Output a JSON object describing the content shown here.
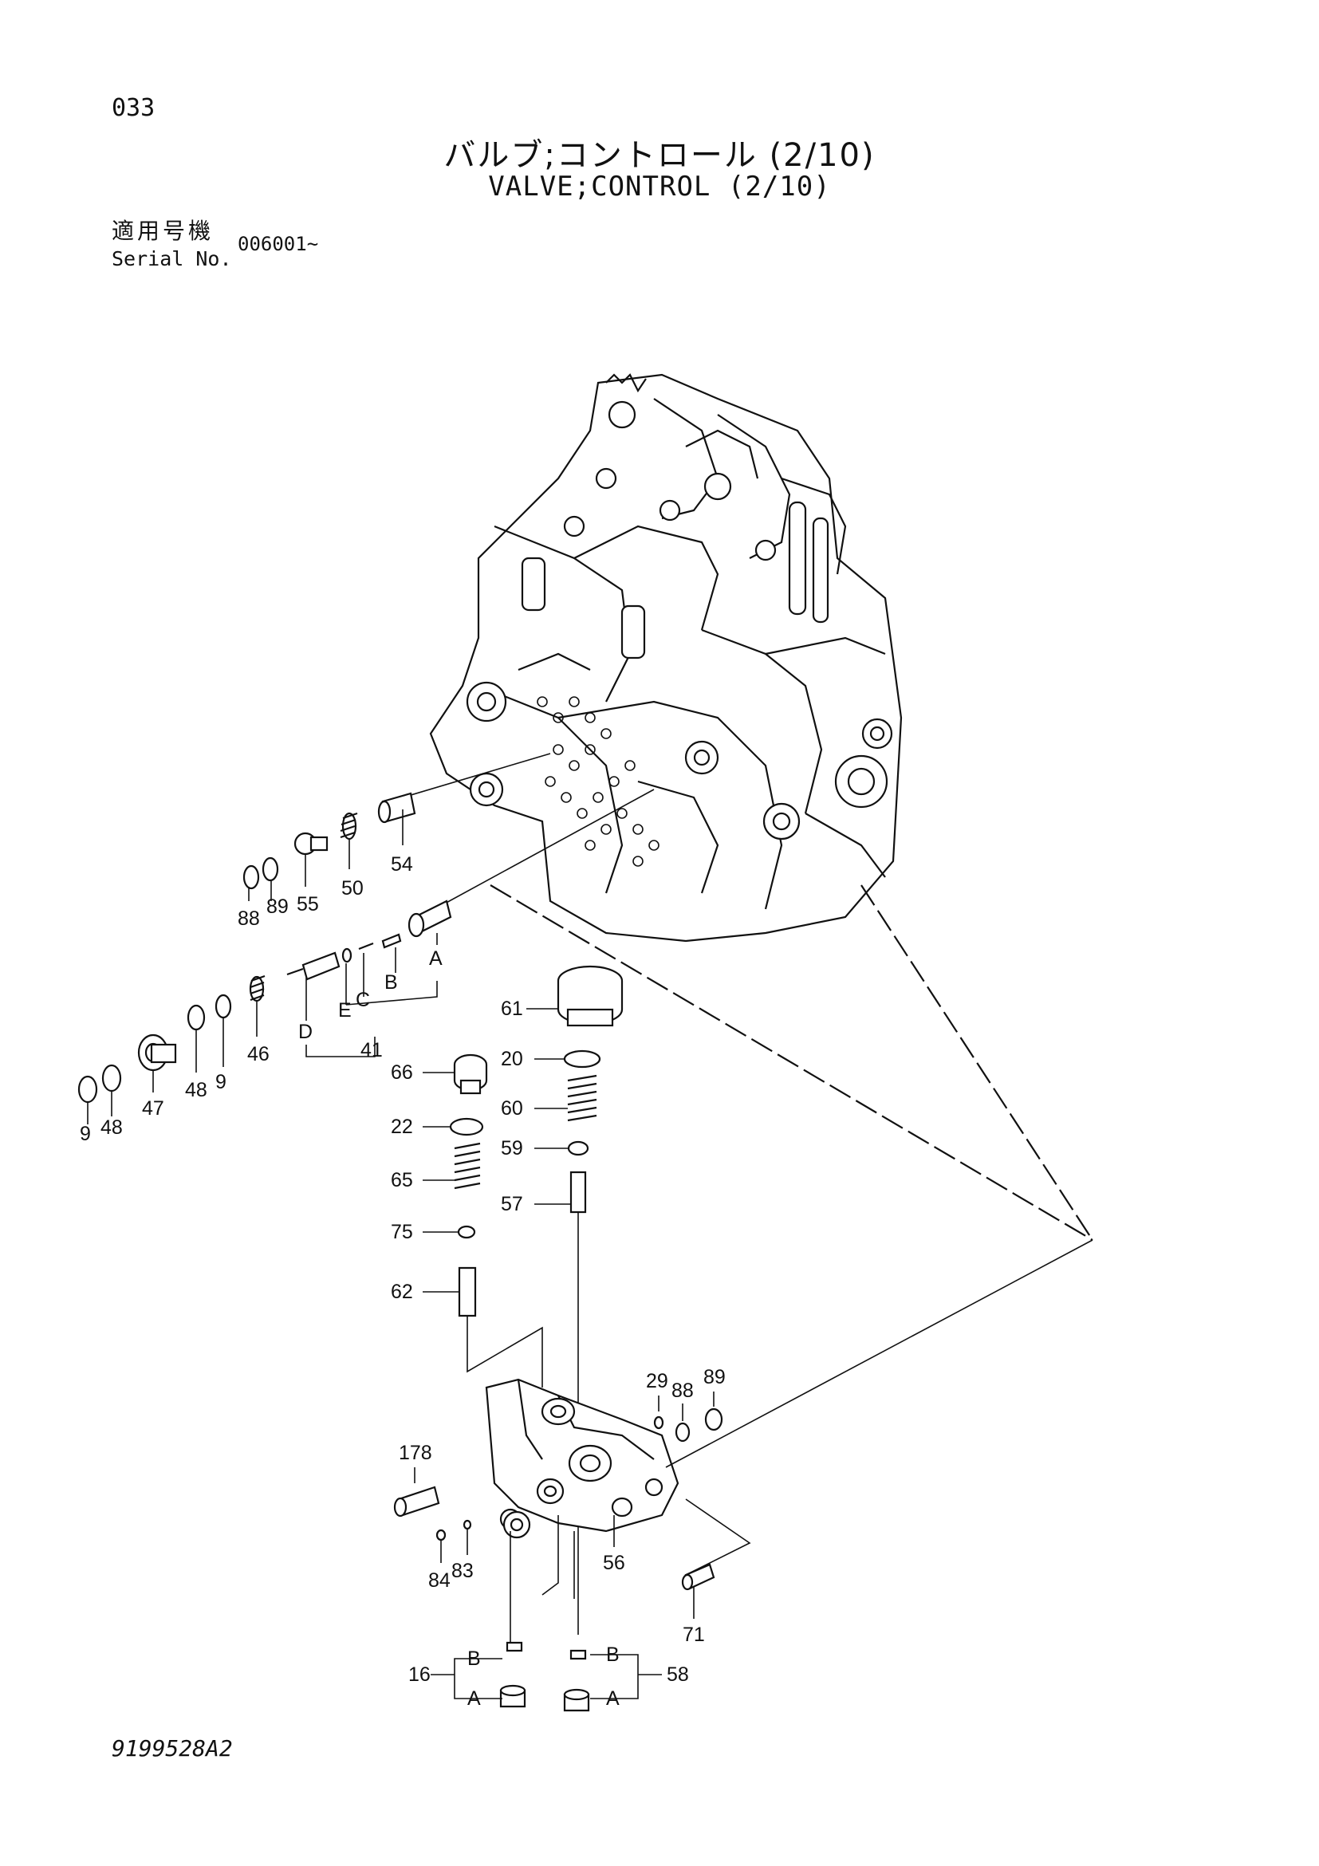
{
  "header": {
    "page_number": "033",
    "title_ja": "バルブ;コントロール (2/10)",
    "title_en": "VALVE;CONTROL (2/10)",
    "serial_label_ja": "適用号機",
    "serial_label_en": "Serial No.",
    "serial_value": "006001~"
  },
  "footer": {
    "doc_code": "9199528A2"
  },
  "callouts": {
    "p54": "54",
    "p50": "50",
    "p55": "55",
    "p88": "88",
    "p89": "89",
    "pA": "A",
    "pB": "B",
    "pC": "C",
    "pE": "E",
    "pD": "D",
    "p41": "41",
    "p46": "46",
    "p9": "9",
    "p48": "48",
    "p47": "47",
    "p9b": "9",
    "p48b": "48",
    "p61": "61",
    "p20": "20",
    "p60": "60",
    "p59": "59",
    "p57": "57",
    "p66": "66",
    "p22": "22",
    "p65": "65",
    "p75": "75",
    "p62": "62",
    "p29": "29",
    "p88b": "88",
    "p89b": "89",
    "p178": "178",
    "p84": "84",
    "p83": "83",
    "p56": "56",
    "p71": "71",
    "p16": "16",
    "p16B": "B",
    "p16A": "A",
    "p58": "58",
    "p58B": "B",
    "p58A": "A"
  }
}
